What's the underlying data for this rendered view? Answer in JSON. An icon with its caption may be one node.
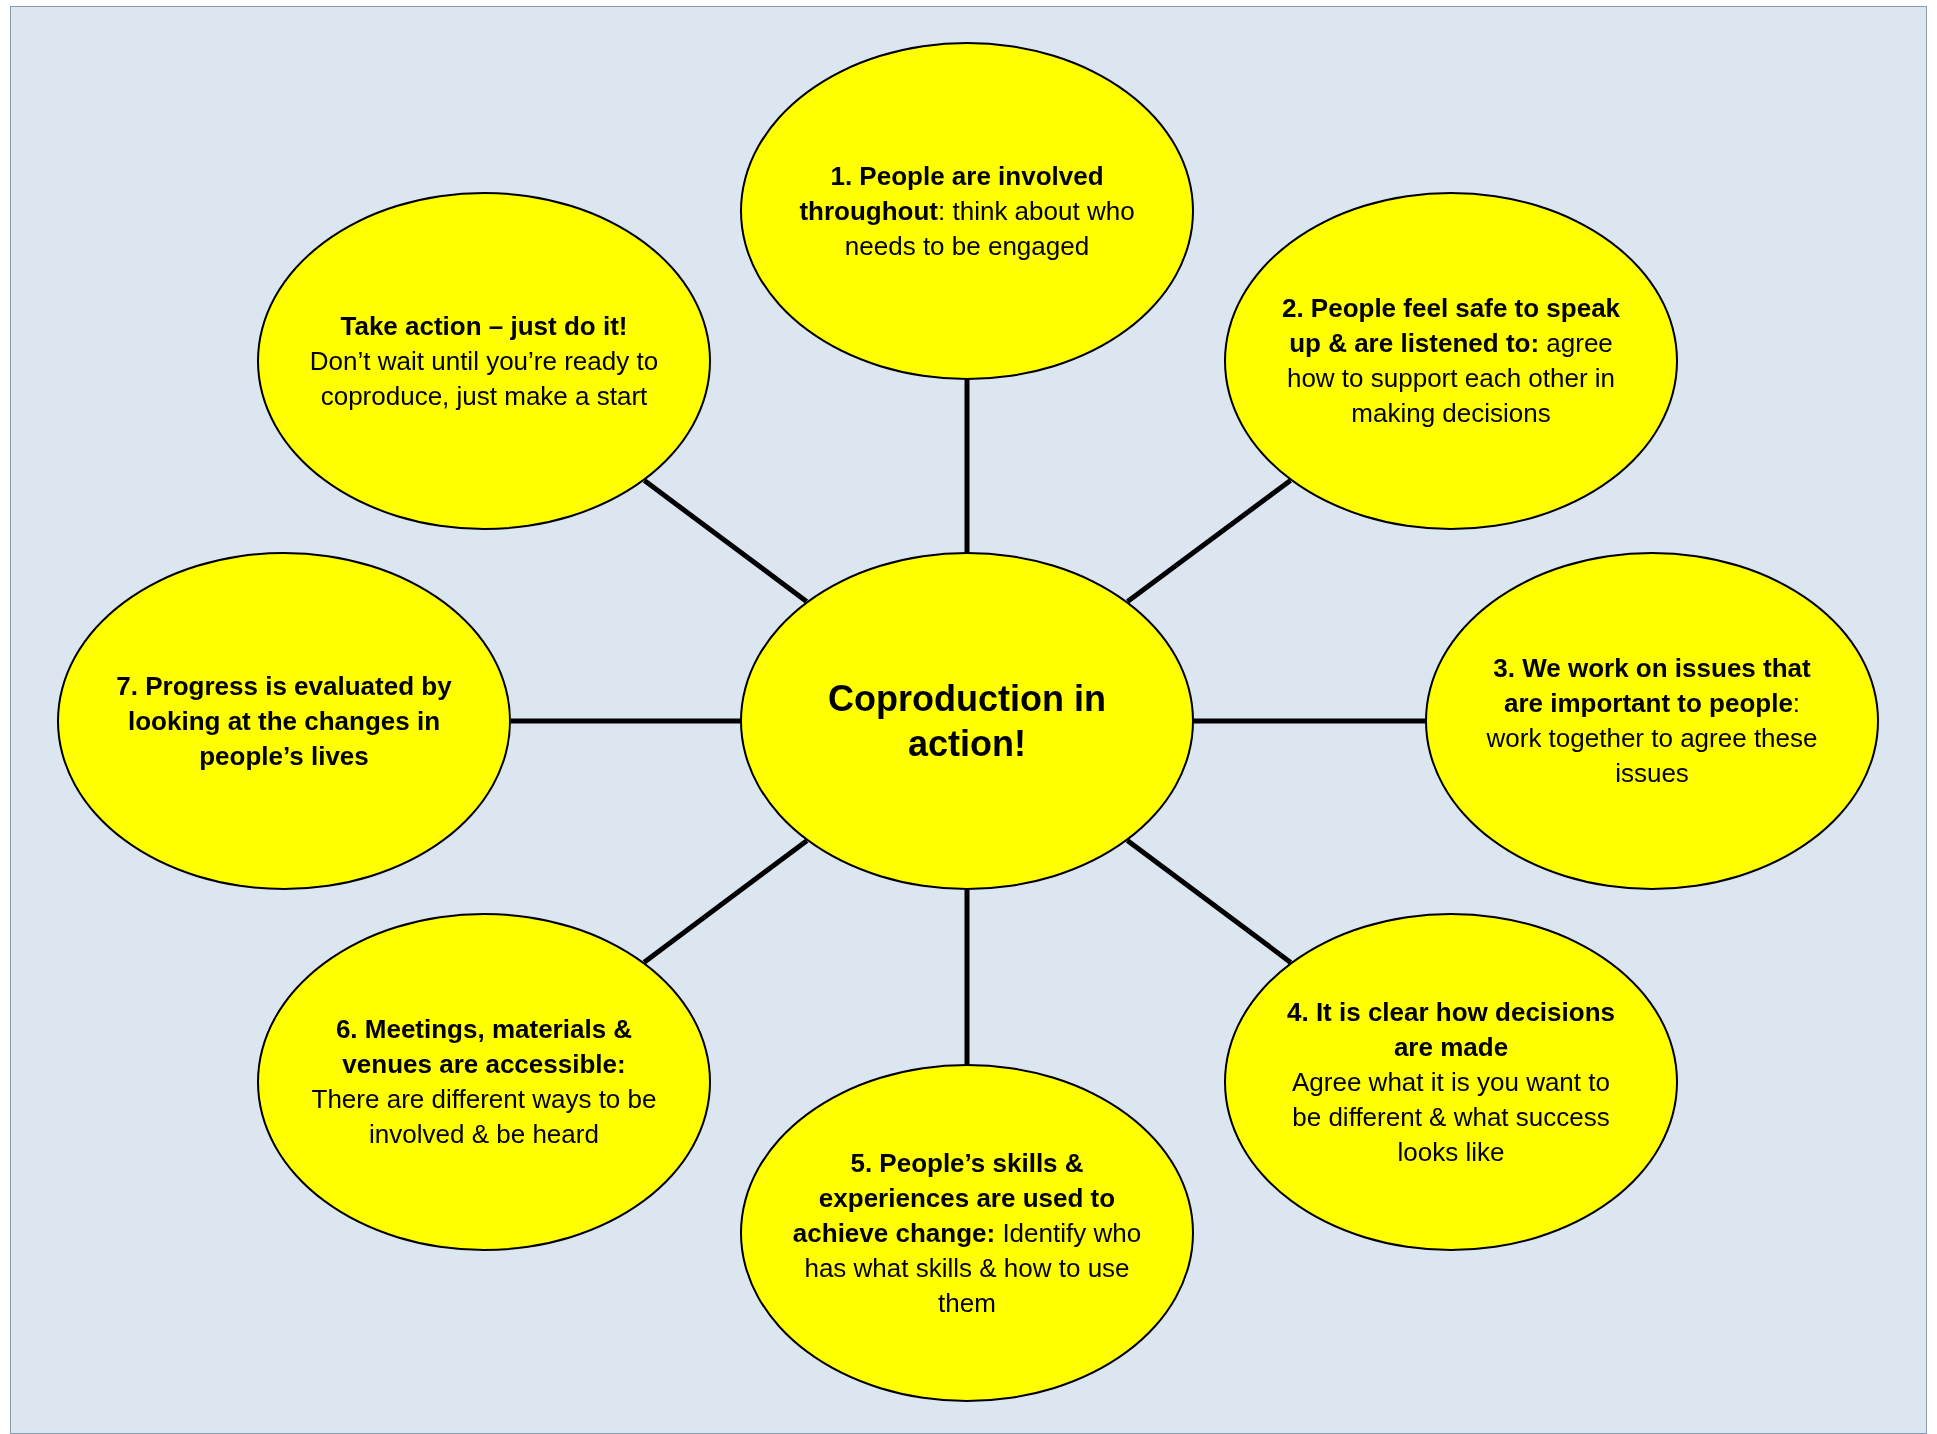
{
  "diagram": {
    "nodes": [
      {
        "text": [
          "Coproduction in action!"
        ]
      },
      {
        "text": [
          "**1. People are involved throughout**: think about who needs to be engaged"
        ]
      },
      {
        "text": [
          "**2. People feel safe to speak up & are listened to:** agree how to support each other in making decisions"
        ]
      },
      {
        "text": [
          "**3. We work on issues that are important to people**: work together to agree these issues"
        ]
      },
      {
        "text": [
          "4. It is clear how decisions are made",
          "Agree what it is you want to be different & what success looks like"
        ]
      },
      {
        "text": [
          "**5. People’s skills & experiences are used to achieve change:** Identify who has what skills & how to use them"
        ]
      },
      {
        "text": [
          "**6. Meetings, materials & venues are accessible:** There are different ways to be involved & be heard"
        ]
      },
      {
        "text": [
          "7. Progress is evaluated by looking at the changes in people’s lives"
        ]
      },
      {
        "text": [
          "Take action – just do it!",
          "Don’t wait until you’re ready to coproduce, just make a start"
        ]
      }
    ],
    "edges": [
      {
        "from": 0,
        "to": 1,
        "arrow": "none"
      },
      {
        "from": 0,
        "to": 2,
        "arrow": "none"
      },
      {
        "from": 0,
        "to": 3,
        "arrow": "none"
      },
      {
        "from": 0,
        "to": 4,
        "arrow": "none"
      },
      {
        "from": 0,
        "to": 5,
        "arrow": "none"
      },
      {
        "from": 0,
        "to": 6,
        "arrow": "none"
      },
      {
        "from": 0,
        "to": 7,
        "arrow": "none"
      },
      {
        "from": 0,
        "to": 8,
        "arrow": "none"
      }
    ]
  }
}
